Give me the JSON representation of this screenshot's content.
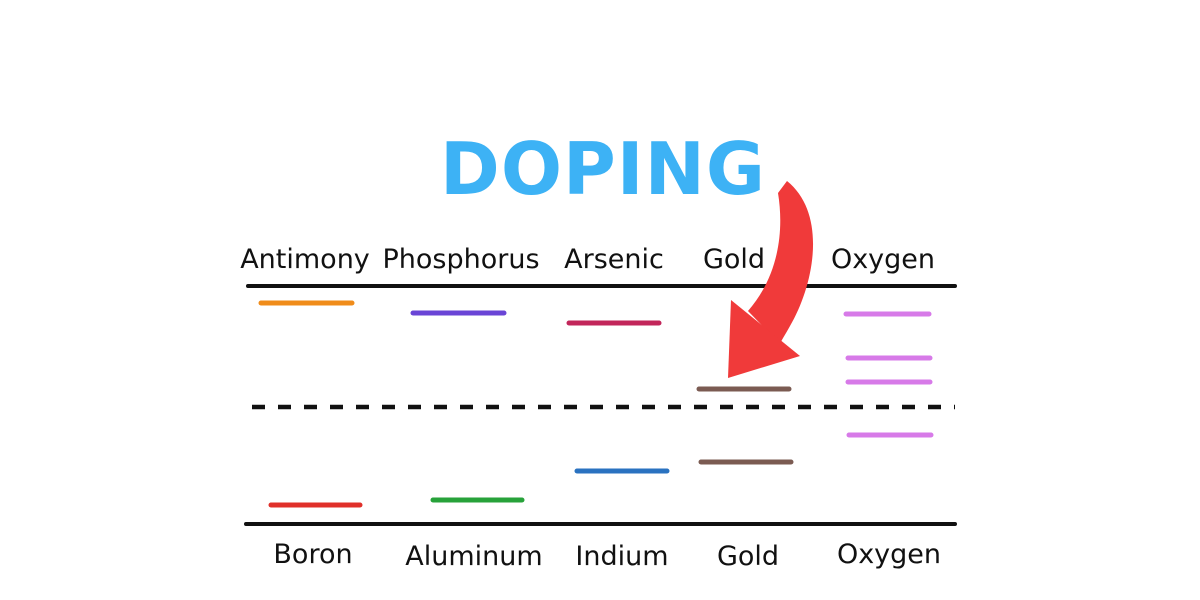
{
  "title": "DOPING",
  "colors": {
    "title": "#3db2f5",
    "arrow": "#f03a3a",
    "band_edge": "#111111",
    "antimony": "#f08c1a",
    "phosphorus": "#6a45d6",
    "arsenic": "#c2265a",
    "gold": "#7b5b52",
    "oxygen": "#d77ae8",
    "boron": "#e0302a",
    "aluminum": "#27a23a",
    "indium": "#2a72c0"
  },
  "top_labels": [
    "Antimony",
    "Phosphorus",
    "Arsenic",
    "Gold",
    "Oxygen"
  ],
  "bottom_labels": [
    "Boron",
    "Aluminum",
    "Indium",
    "Gold",
    "Oxygen"
  ]
}
